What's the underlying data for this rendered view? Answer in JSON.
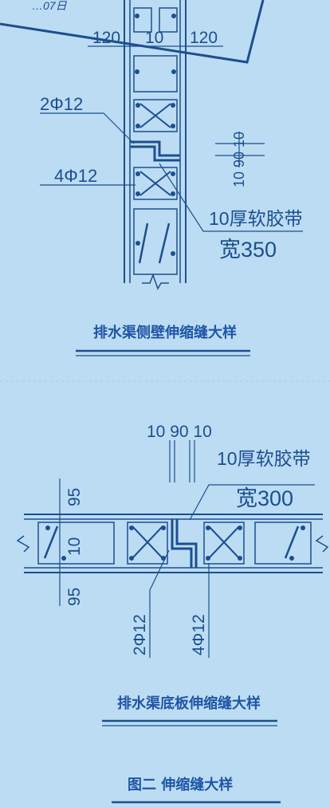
{
  "stamp": {
    "text": "…07日"
  },
  "side_wall": {
    "dim_left": "120",
    "dim_mid": "10",
    "dim_right": "120",
    "rebar_top": "2Φ12",
    "rebar_bottom": "4Φ12",
    "gap_dims": "10 90 10",
    "band_label": "10厚软胶带",
    "band_width": "宽350",
    "caption": "排水渠侧壁伸缩缝大样"
  },
  "bottom_slab": {
    "gap_dims": "10 90 10",
    "band_label": "10厚软胶带",
    "band_width": "宽300",
    "dim_top": "95",
    "dim_mid": "10",
    "dim_bottom": "95",
    "rebar_left": "2Φ12",
    "rebar_right": "4Φ12",
    "caption": "排水渠底板伸缩缝大样"
  },
  "figure_caption": "图二 伸缩缝大样",
  "colors": {
    "background": "#bcdcf3",
    "ink": "#1c4f8f",
    "caption": "#1f55a5"
  }
}
